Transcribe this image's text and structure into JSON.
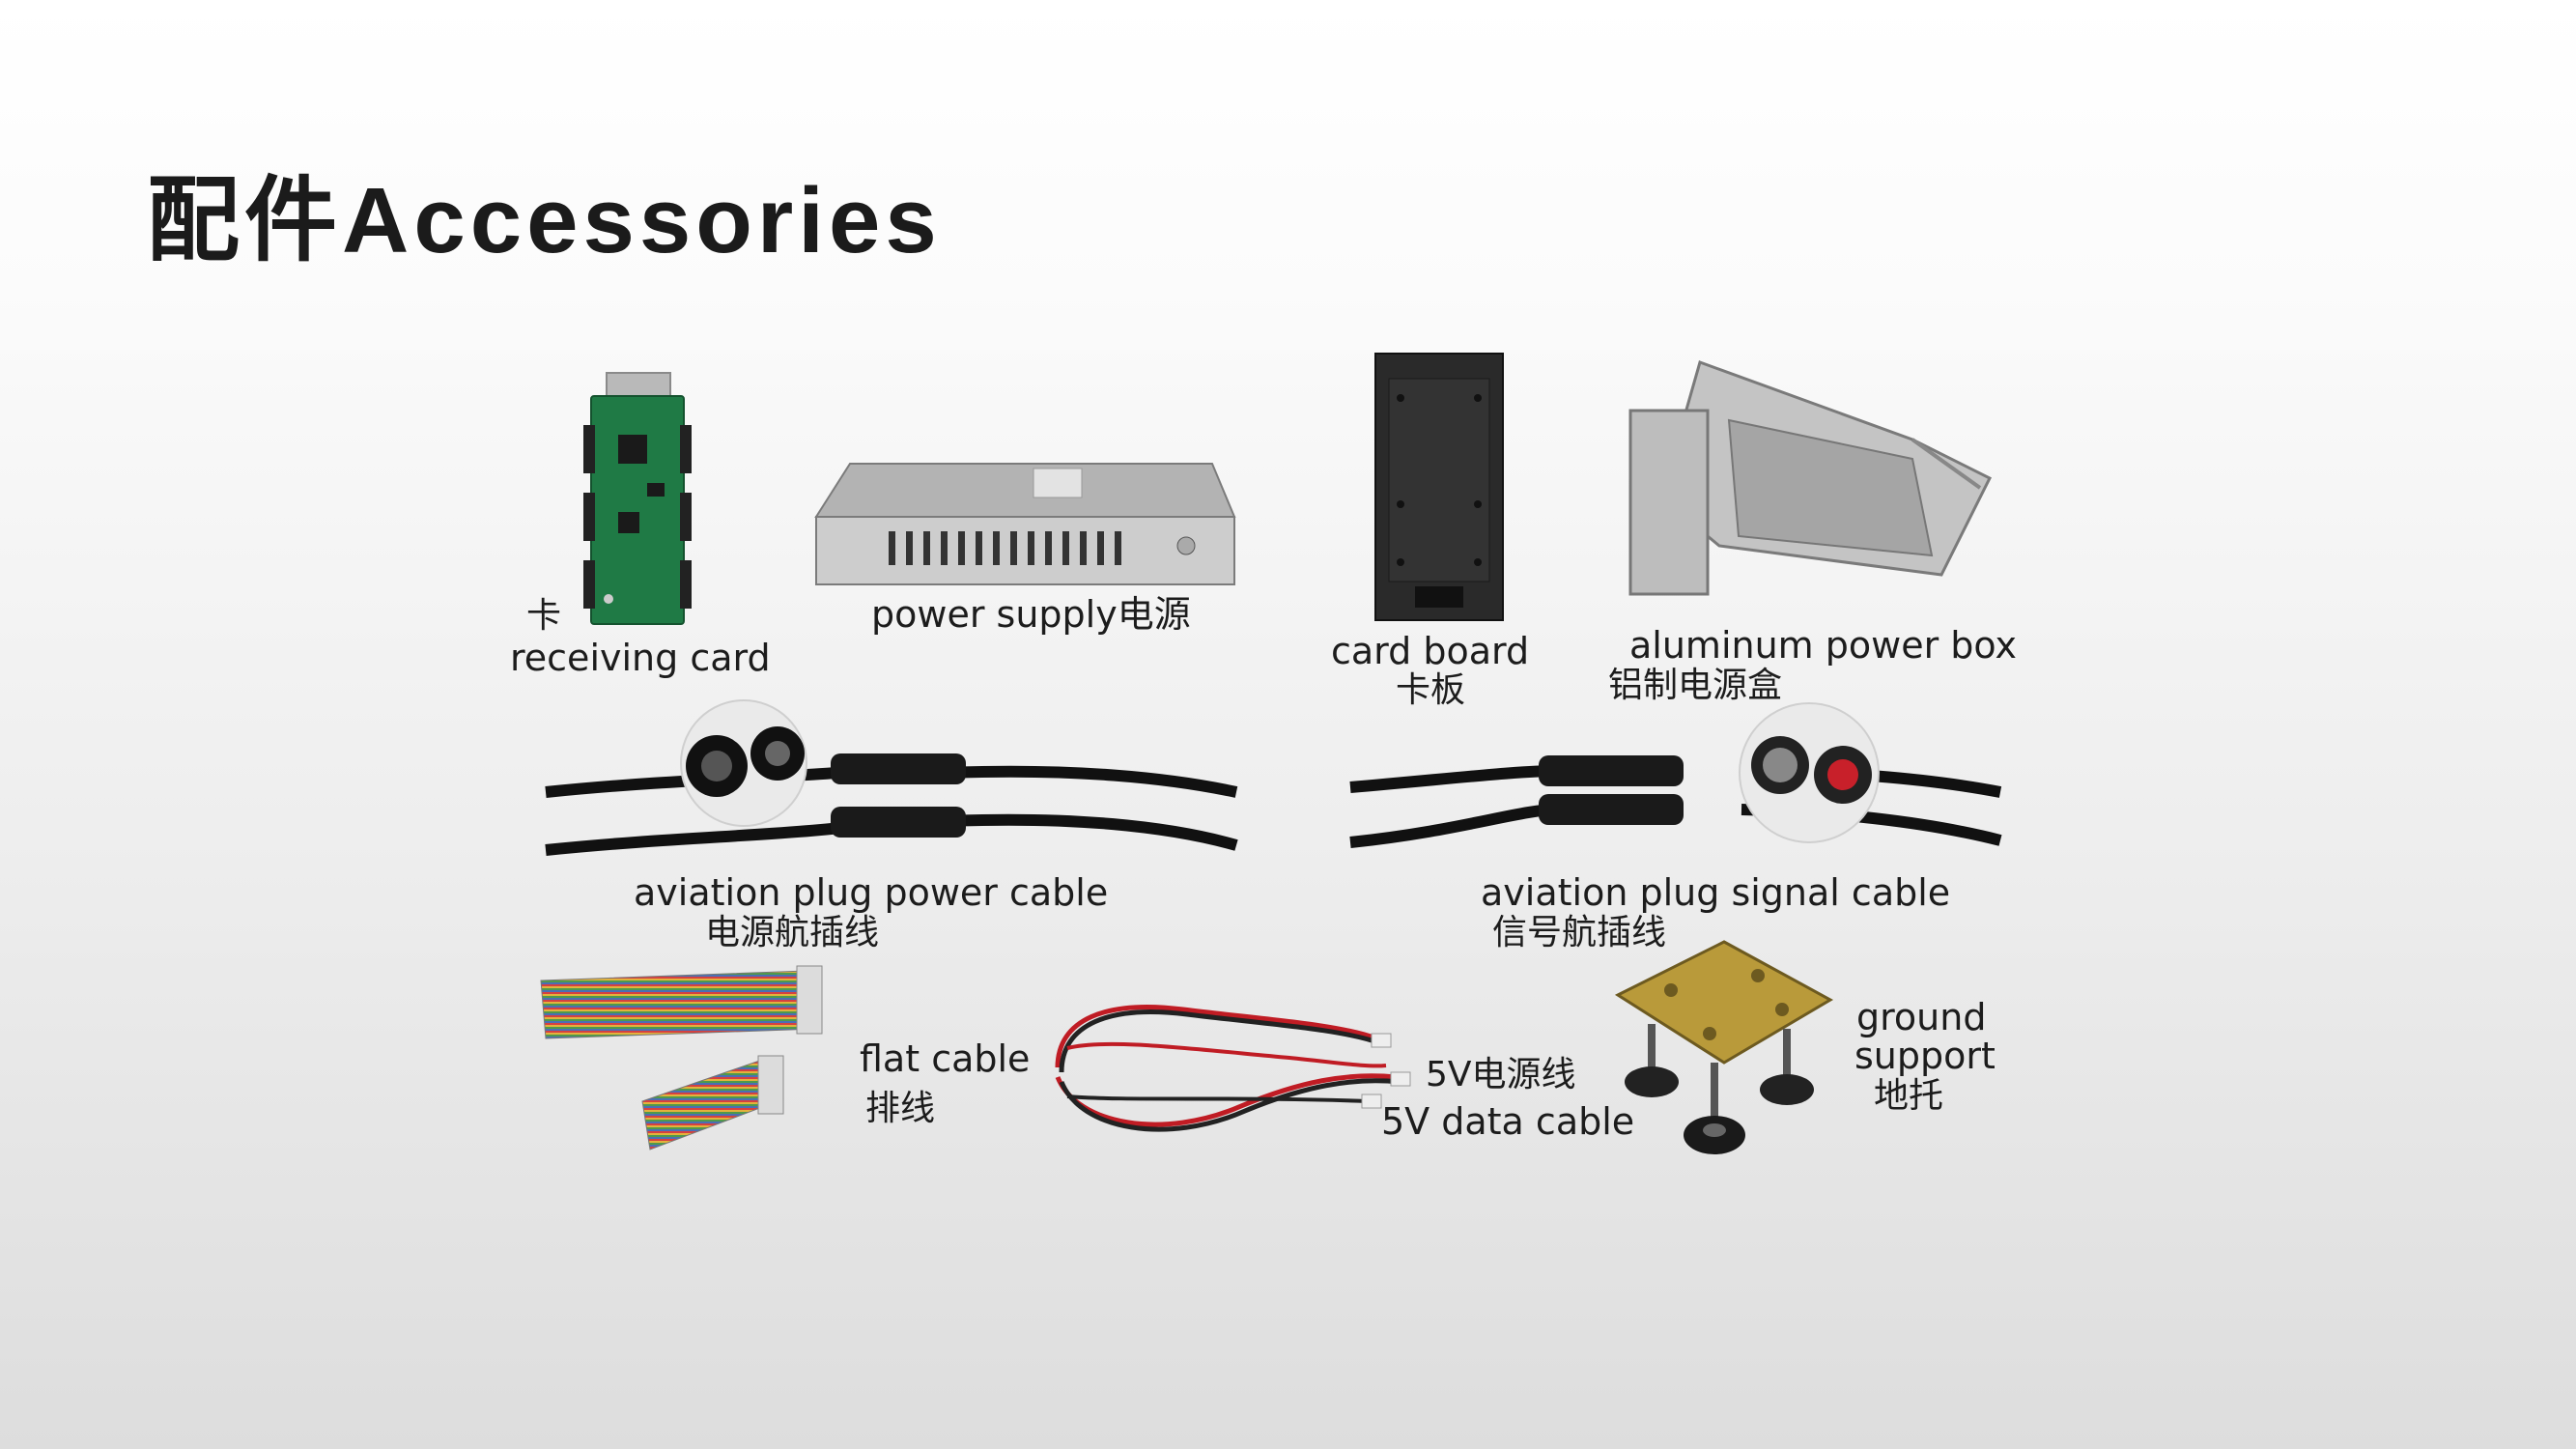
{
  "page": {
    "title": "配件Accessories"
  },
  "accessories": [
    {
      "id": "receiving-card",
      "label_cn": "卡",
      "label_en": "receiving card"
    },
    {
      "id": "power-supply",
      "label": "power supply电源"
    },
    {
      "id": "card-board",
      "label_en": "card board",
      "label_cn": "卡板"
    },
    {
      "id": "aluminum-power-box",
      "label_en": "aluminum power box",
      "label_cn": "铝制电源盒"
    },
    {
      "id": "power-cable",
      "label_en": "aviation plug power cable",
      "label_cn": "电源航插线"
    },
    {
      "id": "signal-cable",
      "label_en": "aviation plug signal cable",
      "label_cn": "信号航插线"
    },
    {
      "id": "flat-cable",
      "label_en": "flat cable",
      "label_cn": "排线"
    },
    {
      "id": "data-cable-5v",
      "label_cn": "5V电源线",
      "label_en": "5V data cable"
    },
    {
      "id": "ground-support",
      "label_en_1": "ground",
      "label_en_2": "support",
      "label_cn": "地托"
    }
  ]
}
